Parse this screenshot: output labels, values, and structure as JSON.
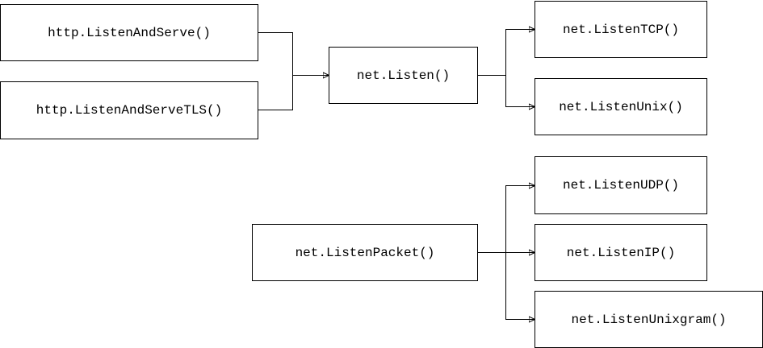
{
  "nodes": {
    "listen_and_serve": "http.ListenAndServe()",
    "listen_and_serve_tls": "http.ListenAndServeTLS()",
    "listen": "net.Listen()",
    "listen_tcp": "net.ListenTCP()",
    "listen_unix": "net.ListenUnix()",
    "listen_packet": "net.ListenPacket()",
    "listen_udp": "net.ListenUDP()",
    "listen_ip": "net.ListenIP()",
    "listen_unixgram": "net.ListenUnixgram()"
  },
  "colors": {
    "stroke": "#000000",
    "background": "#ffffff"
  }
}
